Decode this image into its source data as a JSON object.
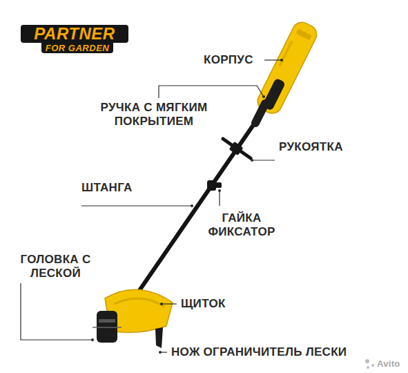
{
  "diagram": {
    "labels": [
      "PARTNER",
      "FOR GARDEN",
      "КОРПУС",
      "РУЧКА С МЯГКИМ ПОКРЫТИЕМ",
      "РУКОЯТКА",
      "ШТАНГА",
      "ГАЙКА ФИКСАТОР",
      "ГОЛОВКА С ЛЕСКОЙ",
      "ЩИТОК",
      "НОЖ ОГРАНИЧИТЕЛЬ ЛЕСКИ",
      "Avito"
    ]
  }
}
